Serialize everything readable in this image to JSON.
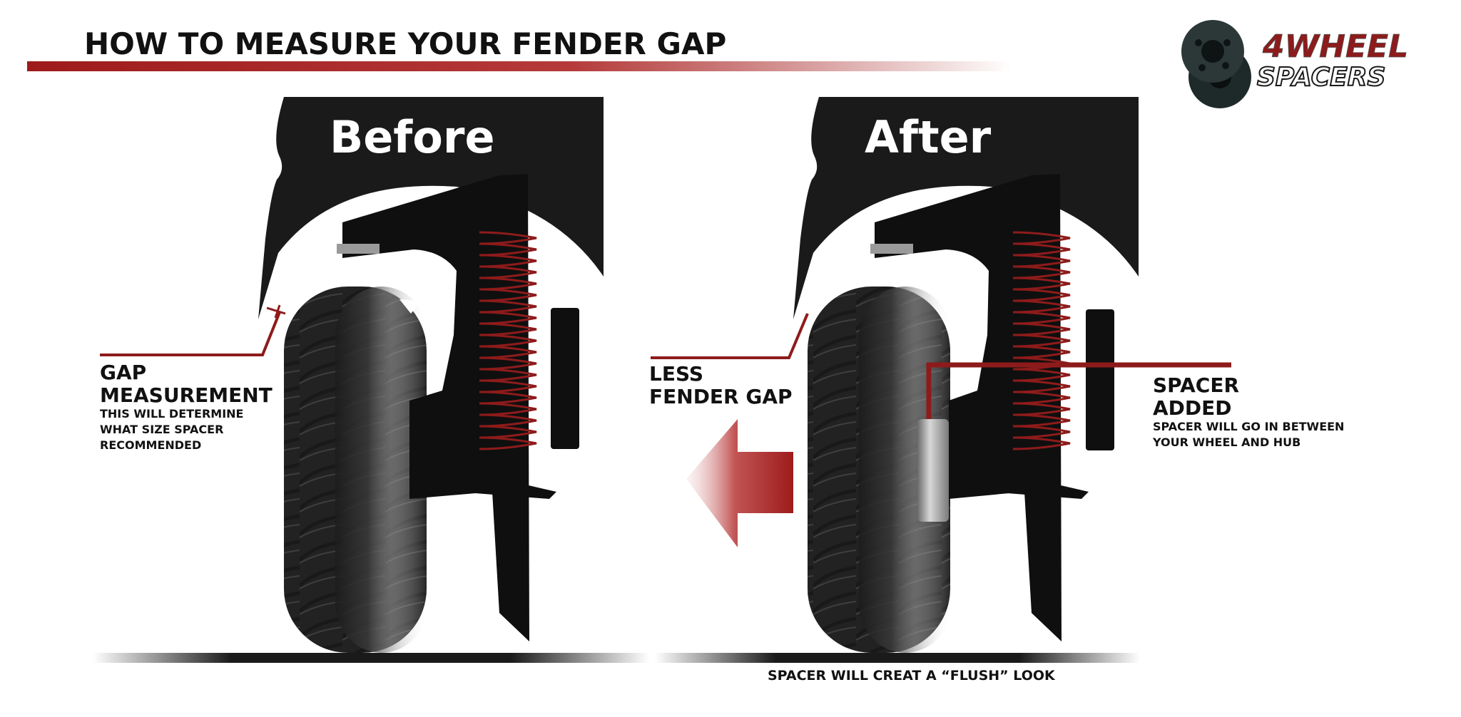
{
  "header": {
    "title": "HOW TO MEASURE YOUR FENDER GAP"
  },
  "logo": {
    "line1": "4WHEEL",
    "line2": "SPACERS"
  },
  "before": {
    "label": "Before",
    "gap_title_1": "GAP",
    "gap_title_2": "MEASUREMENT",
    "gap_desc_1": "THIS WILL DETERMINE",
    "gap_desc_2": "WHAT SIZE SPACER",
    "gap_desc_3": "RECOMMENDED"
  },
  "after": {
    "label": "After",
    "less_gap_1": "LESS",
    "less_gap_2": "FENDER GAP",
    "spacer_title_1": "SPACER",
    "spacer_title_2": "ADDED",
    "spacer_desc_1": "SPACER WILL GO IN BETWEEN",
    "spacer_desc_2": "YOUR WHEEL AND HUB"
  },
  "footer": {
    "caption": "SPACER WILL CREAT A  “FLUSH” LOOK"
  },
  "colors": {
    "accent_red": "#9e1b1b",
    "dark": "#1a1a1a",
    "tire": "#2b2b2b"
  }
}
